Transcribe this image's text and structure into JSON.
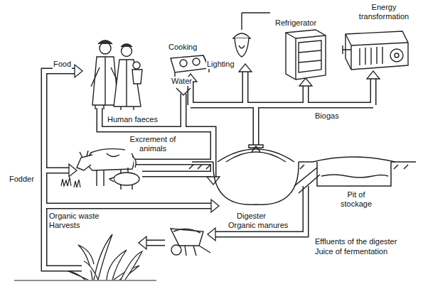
{
  "diagram": {
    "labels": [
      "Food",
      "Fodder",
      "Water",
      "Human faeces",
      "Excrement of animals",
      "Organic waste",
      "Harvests",
      "Cooking",
      "Lighting",
      "Refrigerator",
      "Energy transformation",
      "Biogas",
      "Digester",
      "Organic manures",
      "Pit of stockage",
      "Effluents of the digester",
      "Juice of fermentation"
    ]
  }
}
